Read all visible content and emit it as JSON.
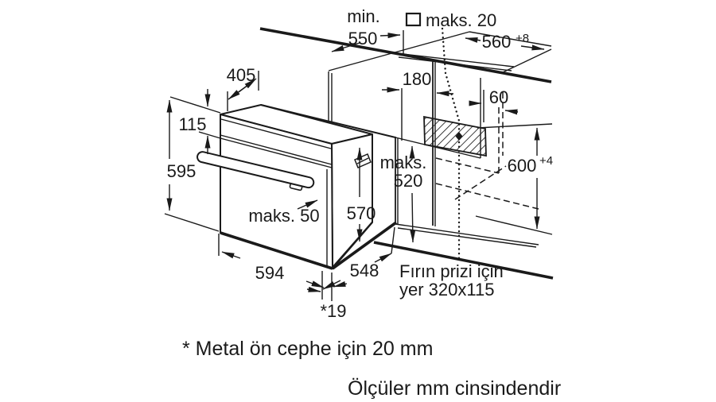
{
  "diagram": {
    "title": "oven-installation-drawing",
    "dims": {
      "min_label": "min.",
      "min_value": "550",
      "gap_label": "maks. 20",
      "top_depth": "560",
      "top_depth_sup": "+8",
      "socket_offset": "180",
      "socket_inset": "60",
      "oven_top_depth": "405",
      "panel_height": "115",
      "oven_height": "595",
      "handle_max": "maks. 50",
      "body_height": "570",
      "niche_max_label": "maks.",
      "niche_max_value": "520",
      "niche_height": "600",
      "niche_height_sup": "+4",
      "oven_width": "594",
      "oven_depth": "548",
      "door_offset": "*19"
    },
    "socket_note_line1": "Fırın prizi için",
    "socket_note_line2": "yer 320x115",
    "footnote": "* Metal ön cephe için 20 mm",
    "units_note": "Ölçüler mm cinsindendir"
  },
  "colors": {
    "line": "#1a1a1a",
    "background": "#ffffff"
  }
}
